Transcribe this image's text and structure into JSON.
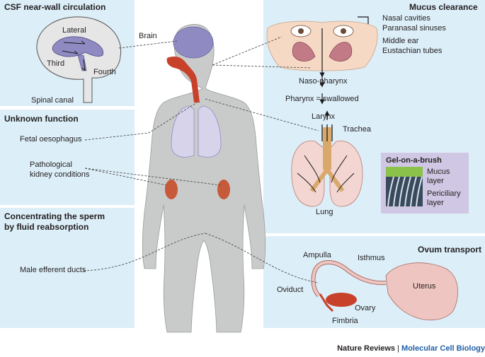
{
  "colors": {
    "panel_blue": "#dceef8",
    "body_grey": "#c9cbcb",
    "brain_purple": "#8f8bc2",
    "lung_pink": "#f3d6d2",
    "airway_red": "#c8412a",
    "kidney_red": "#c65a3a",
    "trachea_tan": "#d9a86b",
    "mucus_green": "#8ac24a",
    "gel_box": "#cfc7e3",
    "uterus_pink": "#eec5c0",
    "footer_blue": "#1f5fa6"
  },
  "sections": {
    "csf": "CSF near-wall circulation",
    "unknown": "Unknown function",
    "sperm_line1": "Concentrating the sperm",
    "sperm_line2": "by fluid reabsorption",
    "mucus": "Mucus clearance",
    "ovum": "Ovum transport"
  },
  "labels": {
    "lateral": "Lateral",
    "third": "Third",
    "fourth": "Fourth",
    "spinal_canal": "Spinal canal",
    "brain": "Brain",
    "fetal_oesophagus": "Fetal oesophagus",
    "kidney_line1": "Pathological",
    "kidney_line2": "kidney conditions",
    "male_efferent": "Male efferent ducts",
    "nasal_cavities": "Nasal cavities",
    "paranasal": "Paranasal sinuses",
    "middle_ear": "Middle ear",
    "eustachian": "Eustachian tubes",
    "nasopharynx": "Naso-pharynx",
    "pharynx": "Pharynx = swallowed",
    "larynx": "Larynx",
    "trachea": "Trachea",
    "lung": "Lung",
    "gel_title": "Gel-on-a-brush",
    "mucus_line1": "Mucus",
    "mucus_line2": "layer",
    "pericil_line1": "Periciliary",
    "pericil_line2": "layer",
    "ampulla": "Ampulla",
    "isthmus": "Isthmus",
    "uterus": "Uterus",
    "oviduct": "Oviduct",
    "ovary": "Ovary",
    "fimbria": "Fimbria"
  },
  "footer": {
    "journal": "Nature Reviews",
    "separator": " | ",
    "subject": "Molecular Cell Biology"
  }
}
